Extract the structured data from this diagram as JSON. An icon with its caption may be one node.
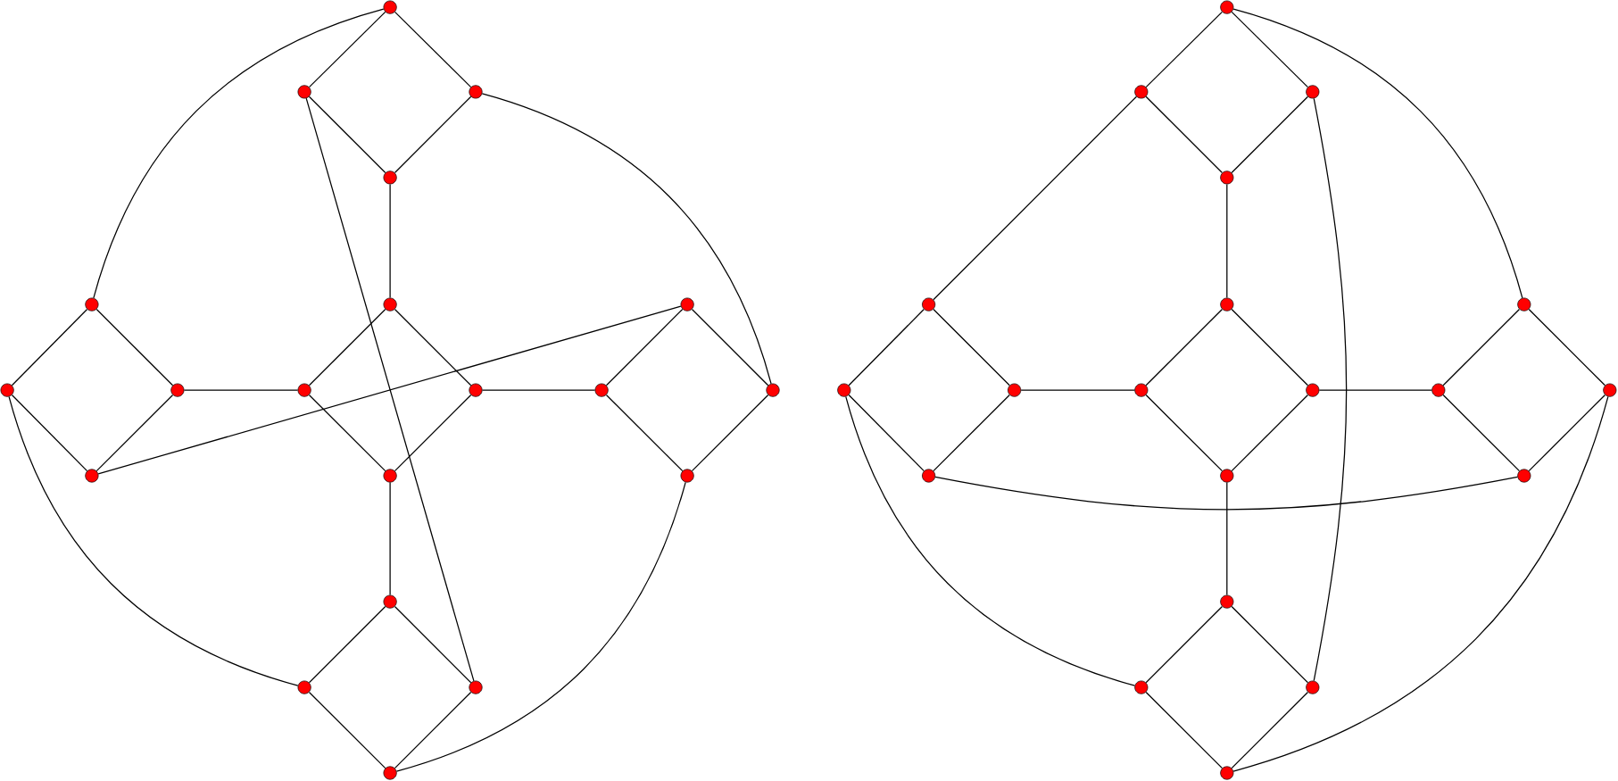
{
  "diagram": {
    "nodes": [
      {
        "text": [],
        "shape": "circle"
      },
      {
        "text": [],
        "shape": "circle"
      },
      {
        "text": [],
        "shape": "circle"
      },
      {
        "text": [],
        "shape": "circle"
      },
      {
        "text": [],
        "shape": "circle"
      },
      {
        "text": [],
        "shape": "circle"
      },
      {
        "text": [],
        "shape": "circle"
      },
      {
        "text": [],
        "shape": "circle"
      },
      {
        "text": [],
        "shape": "circle"
      },
      {
        "text": [],
        "shape": "circle"
      },
      {
        "text": [],
        "shape": "circle"
      },
      {
        "text": [],
        "shape": "circle"
      },
      {
        "text": [],
        "shape": "circle"
      },
      {
        "text": [],
        "shape": "circle"
      },
      {
        "text": [],
        "shape": "circle"
      },
      {
        "text": [],
        "shape": "circle"
      },
      {
        "text": [],
        "shape": "circle"
      },
      {
        "text": [],
        "shape": "circle"
      },
      {
        "text": [],
        "shape": "circle"
      },
      {
        "text": [],
        "shape": "circle"
      },
      {
        "text": [],
        "shape": "circle"
      },
      {
        "text": [],
        "shape": "circle"
      },
      {
        "text": [],
        "shape": "circle"
      },
      {
        "text": [],
        "shape": "circle"
      },
      {
        "text": [],
        "shape": "circle"
      },
      {
        "text": [],
        "shape": "circle"
      },
      {
        "text": [],
        "shape": "circle"
      },
      {
        "text": [],
        "shape": "circle"
      },
      {
        "text": [],
        "shape": "circle"
      },
      {
        "text": [],
        "shape": "circle"
      },
      {
        "text": [],
        "shape": "circle"
      },
      {
        "text": [],
        "shape": "circle"
      },
      {
        "text": [],
        "shape": "circle"
      },
      {
        "text": [],
        "shape": "circle"
      },
      {
        "text": [],
        "shape": "circle"
      },
      {
        "text": [],
        "shape": "circle"
      },
      {
        "text": [],
        "shape": "circle"
      },
      {
        "text": [],
        "shape": "circle"
      },
      {
        "text": [],
        "shape": "circle"
      },
      {
        "text": [],
        "shape": "circle"
      }
    ],
    "edges": [
      {
        "from": 0,
        "to": 1,
        "arrow": "none"
      },
      {
        "from": 0,
        "to": 2,
        "arrow": "none"
      },
      {
        "from": 1,
        "to": 3,
        "arrow": "none"
      },
      {
        "from": 2,
        "to": 3,
        "arrow": "none"
      },
      {
        "from": 3,
        "to": 4,
        "arrow": "none"
      },
      {
        "from": 4,
        "to": 9,
        "arrow": "none"
      },
      {
        "from": 4,
        "to": 10,
        "arrow": "none"
      },
      {
        "from": 9,
        "to": 11,
        "arrow": "none"
      },
      {
        "from": 10,
        "to": 11,
        "arrow": "none"
      },
      {
        "from": 11,
        "to": 16,
        "arrow": "none"
      },
      {
        "from": 16,
        "to": 17,
        "arrow": "none"
      },
      {
        "from": 16,
        "to": 18,
        "arrow": "none"
      },
      {
        "from": 17,
        "to": 19,
        "arrow": "none"
      },
      {
        "from": 18,
        "to": 19,
        "arrow": "none"
      },
      {
        "from": 5,
        "to": 6,
        "arrow": "none"
      },
      {
        "from": 5,
        "to": 7,
        "arrow": "none"
      },
      {
        "from": 6,
        "to": 8,
        "arrow": "none"
      },
      {
        "from": 7,
        "to": 8,
        "arrow": "none"
      },
      {
        "from": 7,
        "to": 9,
        "arrow": "none"
      },
      {
        "from": 10,
        "to": 12,
        "arrow": "none"
      },
      {
        "from": 12,
        "to": 13,
        "arrow": "none"
      },
      {
        "from": 12,
        "to": 15,
        "arrow": "none"
      },
      {
        "from": 13,
        "to": 14,
        "arrow": "none"
      },
      {
        "from": 14,
        "to": 15,
        "arrow": "none"
      },
      {
        "from": 0,
        "to": 5,
        "arrow": "none"
      },
      {
        "from": 2,
        "to": 14,
        "arrow": "none"
      },
      {
        "from": 6,
        "to": 17,
        "arrow": "none"
      },
      {
        "from": 15,
        "to": 19,
        "arrow": "none"
      },
      {
        "from": 1,
        "to": 18,
        "arrow": "none"
      },
      {
        "from": 8,
        "to": 13,
        "arrow": "none"
      },
      {
        "from": 20,
        "to": 21,
        "arrow": "none"
      },
      {
        "from": 20,
        "to": 22,
        "arrow": "none"
      },
      {
        "from": 21,
        "to": 23,
        "arrow": "none"
      },
      {
        "from": 22,
        "to": 23,
        "arrow": "none"
      },
      {
        "from": 23,
        "to": 24,
        "arrow": "none"
      },
      {
        "from": 24,
        "to": 29,
        "arrow": "none"
      },
      {
        "from": 24,
        "to": 30,
        "arrow": "none"
      },
      {
        "from": 29,
        "to": 31,
        "arrow": "none"
      },
      {
        "from": 30,
        "to": 31,
        "arrow": "none"
      },
      {
        "from": 31,
        "to": 36,
        "arrow": "none"
      },
      {
        "from": 36,
        "to": 37,
        "arrow": "none"
      },
      {
        "from": 36,
        "to": 38,
        "arrow": "none"
      },
      {
        "from": 37,
        "to": 39,
        "arrow": "none"
      },
      {
        "from": 38,
        "to": 39,
        "arrow": "none"
      },
      {
        "from": 25,
        "to": 26,
        "arrow": "none"
      },
      {
        "from": 25,
        "to": 27,
        "arrow": "none"
      },
      {
        "from": 26,
        "to": 28,
        "arrow": "none"
      },
      {
        "from": 27,
        "to": 28,
        "arrow": "none"
      },
      {
        "from": 27,
        "to": 29,
        "arrow": "none"
      },
      {
        "from": 30,
        "to": 32,
        "arrow": "none"
      },
      {
        "from": 32,
        "to": 33,
        "arrow": "none"
      },
      {
        "from": 32,
        "to": 35,
        "arrow": "none"
      },
      {
        "from": 33,
        "to": 34,
        "arrow": "none"
      },
      {
        "from": 34,
        "to": 35,
        "arrow": "none"
      },
      {
        "from": 21,
        "to": 25,
        "arrow": "none"
      },
      {
        "from": 20,
        "to": 33,
        "arrow": "none"
      },
      {
        "from": 22,
        "to": 38,
        "arrow": "none"
      },
      {
        "from": 28,
        "to": 35,
        "arrow": "none"
      },
      {
        "from": 26,
        "to": 37,
        "arrow": "none"
      },
      {
        "from": 34,
        "to": 39,
        "arrow": "none"
      }
    ]
  }
}
